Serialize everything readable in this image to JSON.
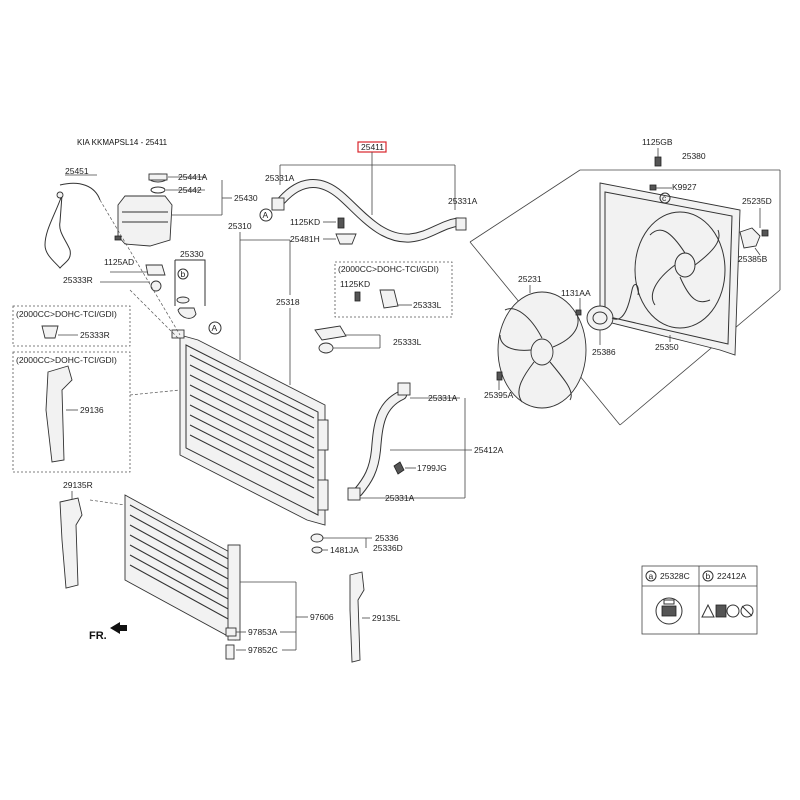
{
  "header": {
    "title": "KIA KKMAPSL14 - 25411"
  },
  "highlight": {
    "label": "25411",
    "color": "#d9262c"
  },
  "labels": {
    "p25451": "25451",
    "p25441A": "25441A",
    "p25442": "25442",
    "p25430": "25430",
    "p1125AD": "1125AD",
    "p25333R_top": "25333R",
    "p25330": "25330",
    "p25310": "25310",
    "p25318": "25318",
    "p25331A_left": "25331A",
    "p1125KD_top": "1125KD",
    "p25481H": "25481H",
    "p25331A_right": "25331A",
    "p1125KD_box": "1125KD",
    "p25333L_box": "25333L",
    "p25333L": "25333L",
    "p25333R_box": "25333R",
    "p29136": "29136",
    "p29135R": "29135R",
    "p25331A_mid": "25331A",
    "p25412A": "25412A",
    "p1799JG": "1799JG",
    "p25331A_low": "25331A",
    "p25336": "25336",
    "p1481JA": "1481JA",
    "p25336D": "25336D",
    "p97606": "97606",
    "p97853A": "97853A",
    "p97852C": "97852C",
    "p29135L": "29135L",
    "p1125GB": "1125GB",
    "p25380": "25380",
    "pK9927": "K9927",
    "p25235D": "25235D",
    "p25385B": "25385B",
    "p25231": "25231",
    "p1131AA": "1131AA",
    "p25386": "25386",
    "p25350": "25350",
    "p25395A": "25395A"
  },
  "variant_boxes": {
    "box1": "(2000CC>DOHC-TCI/GDI)",
    "box2": "(2000CC>DOHC-TCI/GDI)",
    "box3": "(2000CC>DOHC-TCI/GDI)"
  },
  "callouts": {
    "a": "a",
    "b": "b",
    "A": "A"
  },
  "legend": {
    "a_label": "a",
    "a_part": "25328C",
    "b_label": "b",
    "b_part": "22412A"
  },
  "direction": {
    "fr": "FR."
  }
}
